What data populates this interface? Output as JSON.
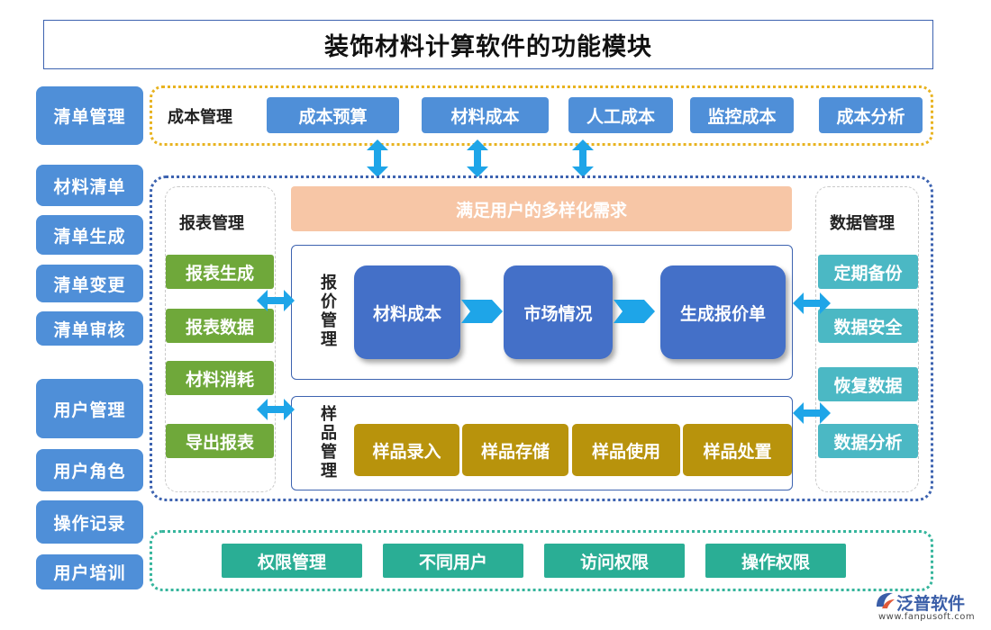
{
  "title": "装饰材料计算软件的功能模块",
  "left_menu": [
    "清单管理",
    "材料清单",
    "清单生成",
    "清单变更",
    "清单审核",
    "用户管理",
    "用户角色",
    "操作记录",
    "用户培训"
  ],
  "cost": {
    "label": "成本管理",
    "items": [
      "成本预算",
      "材料成本",
      "人工成本",
      "监控成本",
      "成本分析"
    ]
  },
  "need_bar": "满足用户的多样化需求",
  "report": {
    "label": "报表管理",
    "items": [
      "报表生成",
      "报表数据",
      "材料消耗",
      "导出报表"
    ]
  },
  "data_mgmt": {
    "label": "数据管理",
    "items": [
      "定期备份",
      "数据安全",
      "恢复数据",
      "数据分析"
    ]
  },
  "quote": {
    "label": "报价管理",
    "steps": [
      "材料成本",
      "市场情况",
      "生成报价单"
    ]
  },
  "sample": {
    "label": "样品管理",
    "items": [
      "样品录入",
      "样品存储",
      "样品使用",
      "样品处置"
    ]
  },
  "permissions": [
    "权限管理",
    "不同用户",
    "访问权限",
    "操作权限"
  ],
  "logo": {
    "name": "泛普软件",
    "url": "www.fanpusoft.com"
  },
  "colors": {
    "title_border": "#3d63b0",
    "menu_blue": "#4f8fd8",
    "cost_frame": "#e8b320",
    "report_green": "#6fa83a",
    "data_teal": "#4bb8c4",
    "quote_blue": "#4470c8",
    "sample_gold": "#b8930c",
    "perm_teal": "#2aae95",
    "need_peach": "#f7c6a6",
    "arrow": "#1ea5e8"
  }
}
